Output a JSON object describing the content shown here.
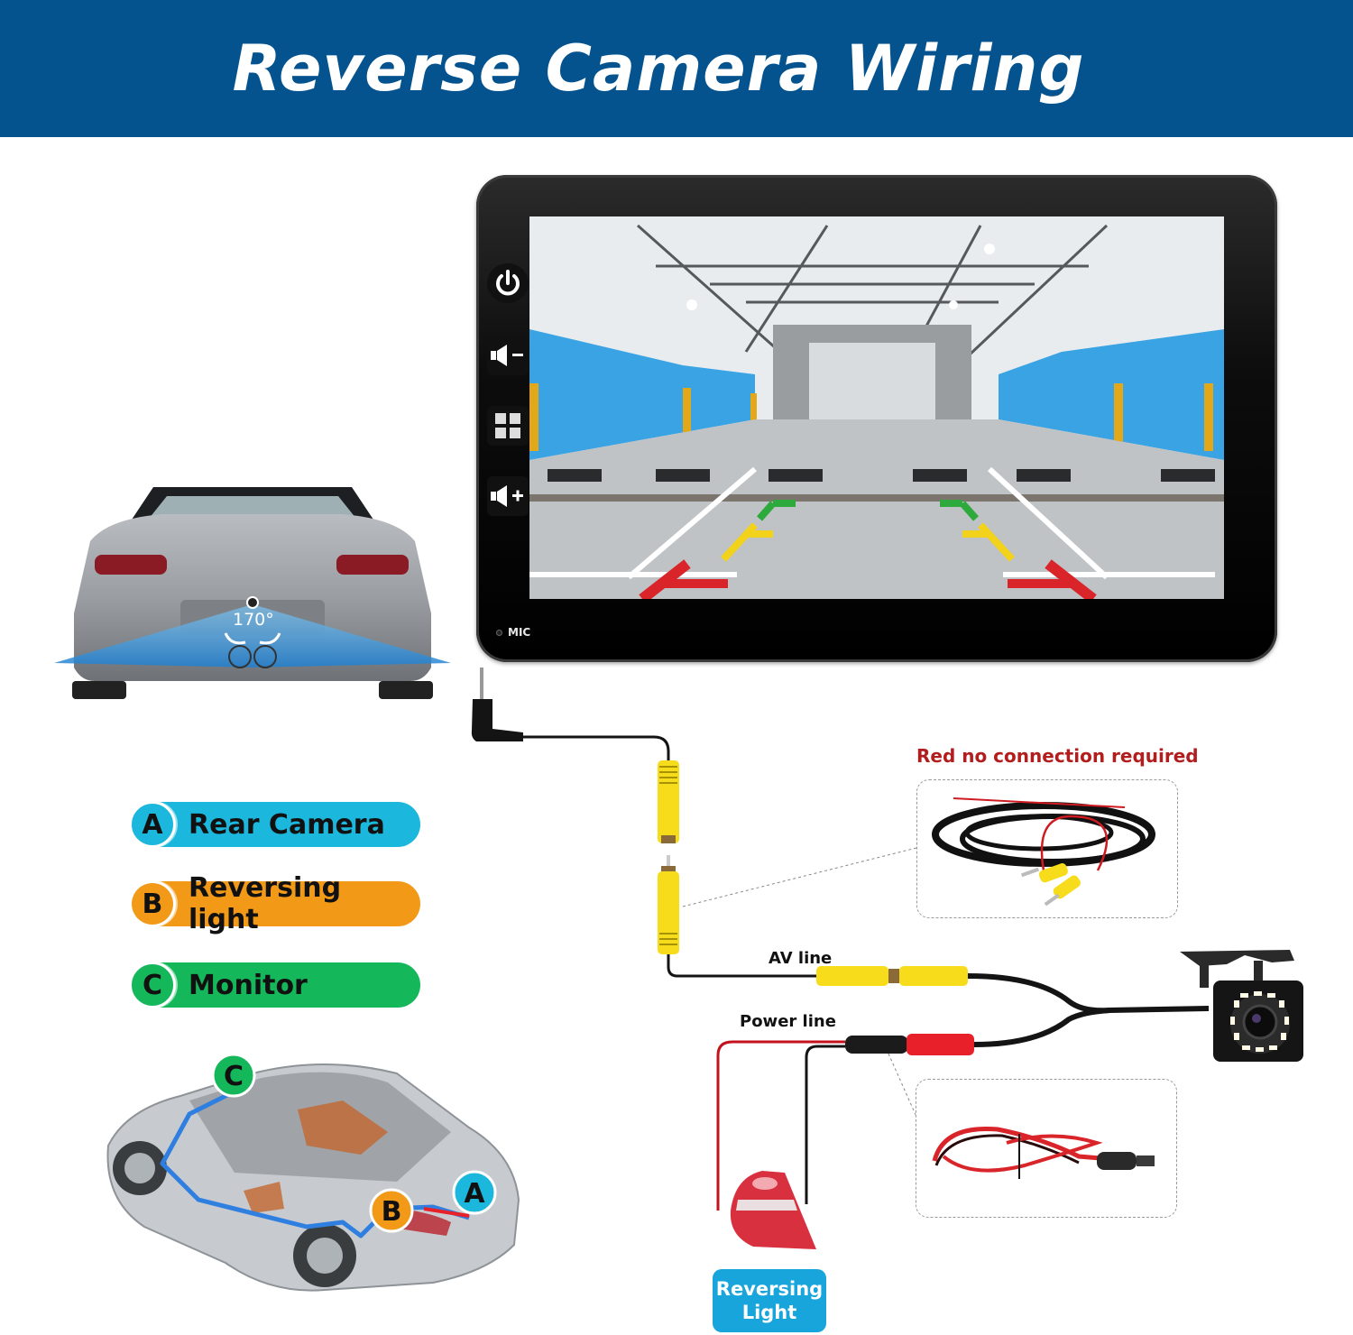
{
  "header": {
    "title": "Reverse Camera Wiring",
    "background_color": "#04538f"
  },
  "monitor": {
    "buttons": [
      {
        "name": "power",
        "icon": "power-icon"
      },
      {
        "name": "volume-down",
        "icon": "volume-down-icon"
      },
      {
        "name": "home",
        "icon": "grid-menu-icon"
      },
      {
        "name": "volume-up",
        "icon": "volume-up-icon"
      }
    ],
    "mic_label": "MIC",
    "screen": {
      "scene": "underground parking garage rear view",
      "guide_line_colors": [
        "#2eaa3c",
        "#f2d21b",
        "#d9252a"
      ]
    }
  },
  "rear_car": {
    "view_angle": "170°",
    "fov_color": "#3aa0e6"
  },
  "legend": [
    {
      "letter": "A",
      "label": "Rear Camera",
      "color": "#1bb7dc"
    },
    {
      "letter": "B",
      "label": "Reversing light",
      "color": "#f29a17"
    },
    {
      "letter": "C",
      "label": "Monitor",
      "color": "#14b85a"
    }
  ],
  "car_diagram": {
    "markers": [
      "C",
      "B",
      "A"
    ],
    "wire_color": "#2f7fe0"
  },
  "wiring": {
    "warning": "Red no connection required",
    "av_line_label": "AV line",
    "power_line_label": "Power line",
    "reversing_light_label_line1": "Reversing",
    "reversing_light_label_line2": "Light",
    "reversing_badge_color": "#17a5dc",
    "rca_color": "#f6dc1a",
    "power_red": "#e8202a"
  }
}
